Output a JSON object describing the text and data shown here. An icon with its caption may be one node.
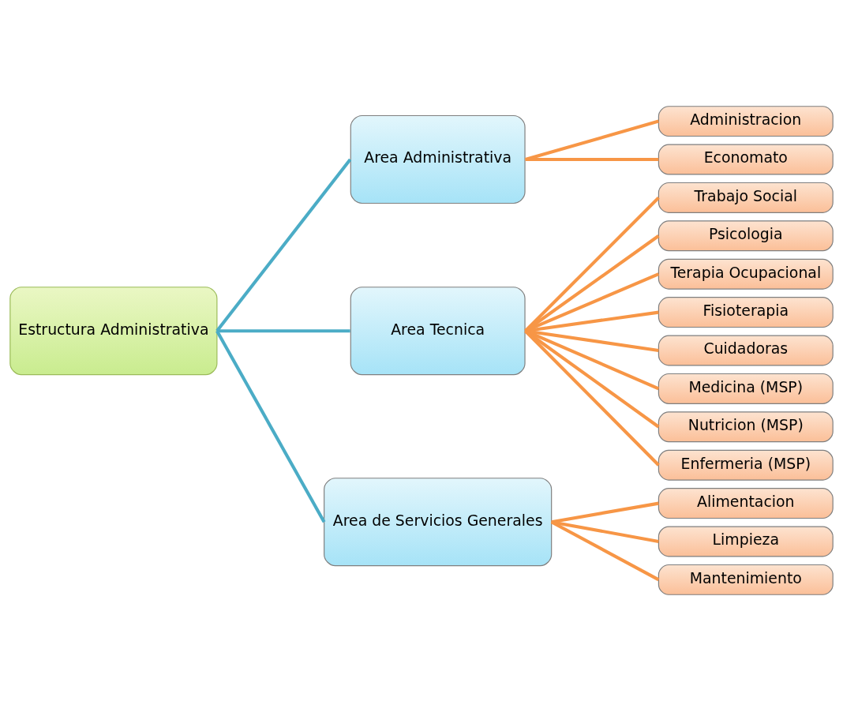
{
  "diagram": {
    "nodes": [
      {
        "text": [
          "Estructura Administrativa"
        ]
      },
      {
        "text": [
          "Area Administrativa"
        ]
      },
      {
        "text": [
          "Area Tecnica"
        ]
      },
      {
        "text": [
          "Area de Servicios Generales"
        ]
      },
      {
        "text": [
          "Administracion"
        ]
      },
      {
        "text": [
          "Economato"
        ]
      },
      {
        "text": [
          "Trabajo Social"
        ]
      },
      {
        "text": [
          "Psicologia"
        ]
      },
      {
        "text": [
          "Terapia Ocupacional"
        ]
      },
      {
        "text": [
          "Fisioterapia"
        ]
      },
      {
        "text": [
          "Cuidadoras"
        ]
      },
      {
        "text": [
          "Medicina (MSP)"
        ]
      },
      {
        "text": [
          "Nutricion (MSP)"
        ]
      },
      {
        "text": [
          "Enfermeria (MSP)"
        ]
      },
      {
        "text": [
          "Alimentacion"
        ]
      },
      {
        "text": [
          "Limpieza"
        ]
      },
      {
        "text": [
          "Mantenimiento"
        ]
      }
    ],
    "edges": [
      {
        "from": 0,
        "to": 1,
        "arrow": "none",
        "color": "#4bacc6"
      },
      {
        "from": 0,
        "to": 2,
        "arrow": "none",
        "color": "#4bacc6"
      },
      {
        "from": 0,
        "to": 3,
        "arrow": "none",
        "color": "#4bacc6"
      },
      {
        "from": 1,
        "to": 4,
        "arrow": "none"
      },
      {
        "from": 1,
        "to": 5,
        "arrow": "none"
      },
      {
        "from": 2,
        "to": 6,
        "arrow": "none"
      },
      {
        "from": 2,
        "to": 7,
        "arrow": "none"
      },
      {
        "from": 2,
        "to": 8,
        "arrow": "none"
      },
      {
        "from": 2,
        "to": 9,
        "arrow": "none"
      },
      {
        "from": 2,
        "to": 10,
        "arrow": "none"
      },
      {
        "from": 2,
        "to": 11,
        "arrow": "none"
      },
      {
        "from": 2,
        "to": 12,
        "arrow": "none"
      },
      {
        "from": 2,
        "to": 13,
        "arrow": "none"
      },
      {
        "from": 3,
        "to": 14,
        "arrow": "none"
      },
      {
        "from": 3,
        "to": 15,
        "arrow": "none"
      },
      {
        "from": 3,
        "to": 16,
        "arrow": "none"
      }
    ]
  }
}
